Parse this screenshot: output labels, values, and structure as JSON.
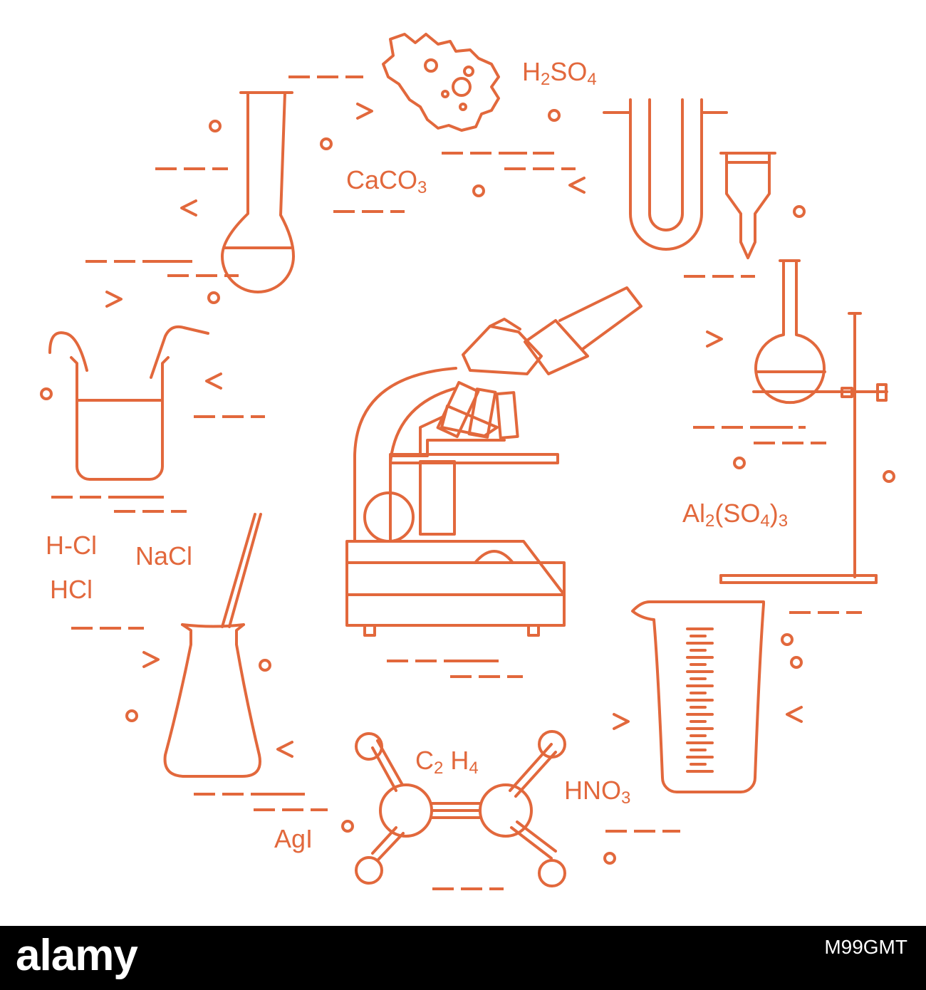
{
  "colors": {
    "line": "#e2683c",
    "background": "#ffffff",
    "footer": "#000000",
    "footer_text": "#ffffff"
  },
  "formulas": {
    "h2so4": {
      "a": "H",
      "a_sub": "2",
      "b": "SO",
      "b_sub": "4"
    },
    "caco3": {
      "a": "CaCO",
      "a_sub": "3"
    },
    "al2so43": {
      "a": "Al",
      "a_sub": "2",
      "b": "(SO",
      "b_sub": "4",
      "c": ")",
      "c_sub": "3"
    },
    "hcl_structural": "H-Cl",
    "hcl": "HCl",
    "nacl": "NaCl",
    "c2h4": {
      "a": "C",
      "a_sub": "2",
      "b": " H",
      "b_sub": "4"
    },
    "hno3": {
      "a": "HNO",
      "a_sub": "3"
    },
    "agi": "AgI"
  },
  "footer": {
    "brand": "alamy",
    "image_id": "M99GMT"
  },
  "icons": [
    "microscope-icon",
    "volumetric-flask-icon",
    "amoeba-icon",
    "u-tube-icon",
    "funnel-icon",
    "flask-on-stand-icon",
    "beaker-with-tubes-icon",
    "erlenmeyer-flask-icon",
    "molecule-icon",
    "measuring-cup-icon"
  ]
}
